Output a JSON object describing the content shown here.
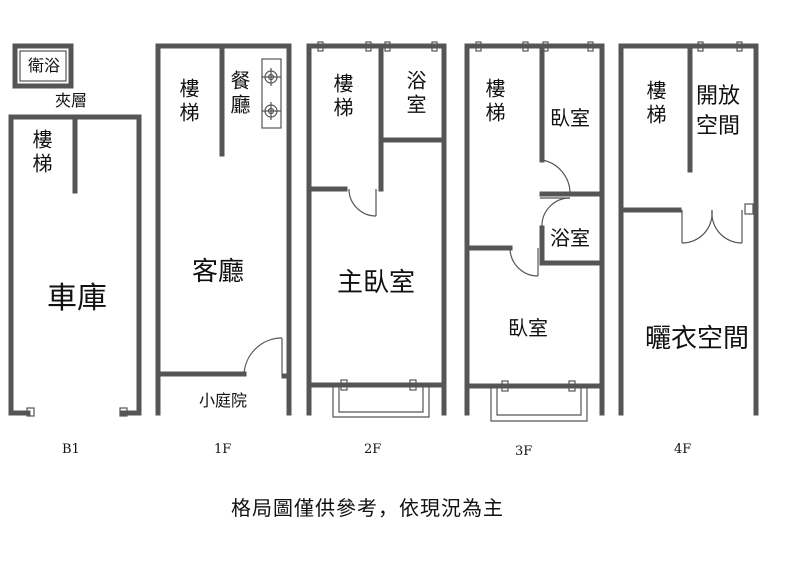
{
  "floors": {
    "b1": {
      "name": "B1",
      "bath": "衛浴",
      "mezzanine": "夾層",
      "stairs": "樓梯",
      "main": "車庫"
    },
    "f1": {
      "name": "1F",
      "stairs": "樓梯",
      "dining": "餐廳",
      "living": "客廳",
      "yard": "小庭院"
    },
    "f2": {
      "name": "2F",
      "stairs": "樓梯",
      "bath": "浴室",
      "main": "主臥室"
    },
    "f3": {
      "name": "3F",
      "stairs": "樓梯",
      "bedroom_small": "臥室",
      "bath": "浴室",
      "bedroom": "臥室"
    },
    "f4": {
      "name": "4F",
      "stairs": "樓梯",
      "open": "開放空間",
      "main": "曬衣空間"
    }
  },
  "caption": "格局圖僅供參考，依現況為主"
}
